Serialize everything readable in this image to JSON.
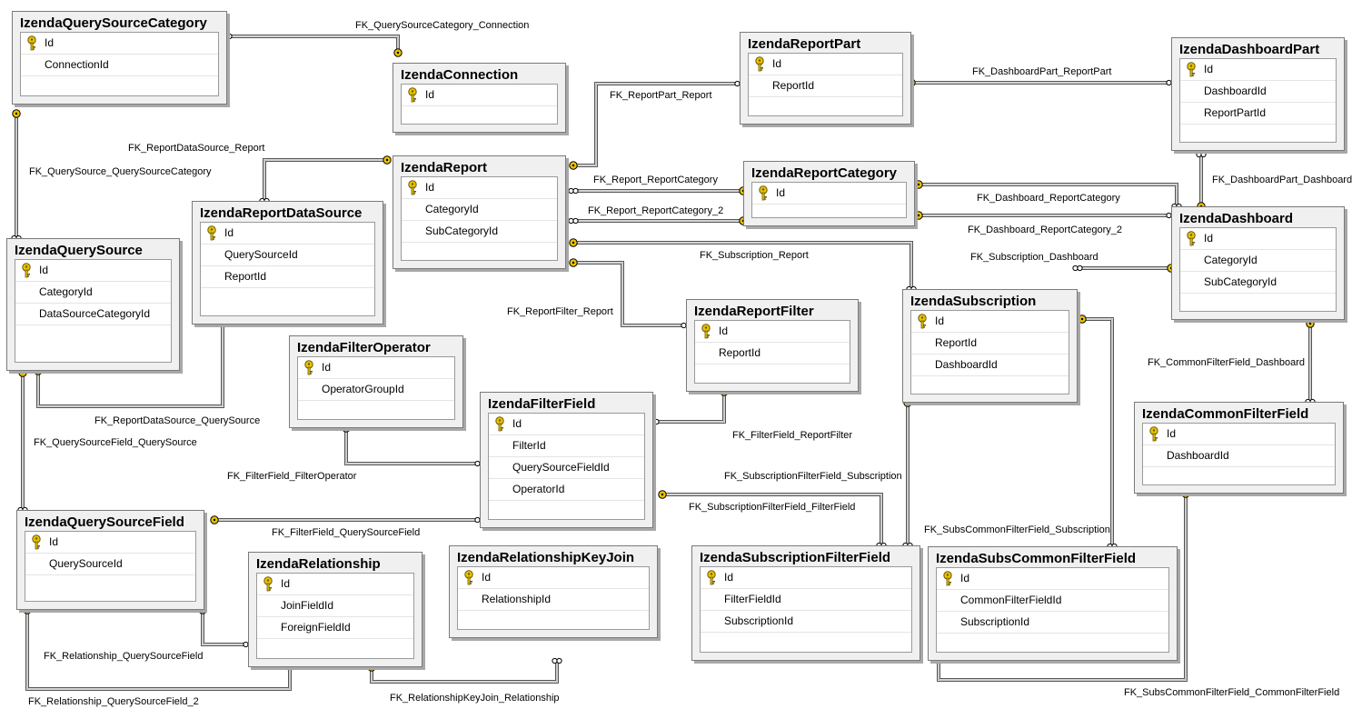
{
  "tables": [
    {
      "name": "IzendaQuerySourceCategory",
      "columns": [
        {
          "name": "Id",
          "pk": true
        },
        {
          "name": "ConnectionId",
          "pk": false
        }
      ]
    },
    {
      "name": "IzendaConnection",
      "columns": [
        {
          "name": "Id",
          "pk": true
        }
      ]
    },
    {
      "name": "IzendaReportPart",
      "columns": [
        {
          "name": "Id",
          "pk": true
        },
        {
          "name": "ReportId",
          "pk": false
        }
      ]
    },
    {
      "name": "IzendaDashboardPart",
      "columns": [
        {
          "name": "Id",
          "pk": true
        },
        {
          "name": "DashboardId",
          "pk": false
        },
        {
          "name": "ReportPartId",
          "pk": false
        }
      ]
    },
    {
      "name": "IzendaReport",
      "columns": [
        {
          "name": "Id",
          "pk": true
        },
        {
          "name": "CategoryId",
          "pk": false
        },
        {
          "name": "SubCategoryId",
          "pk": false
        }
      ]
    },
    {
      "name": "IzendaReportCategory",
      "columns": [
        {
          "name": "Id",
          "pk": true
        }
      ]
    },
    {
      "name": "IzendaDashboard",
      "columns": [
        {
          "name": "Id",
          "pk": true
        },
        {
          "name": "CategoryId",
          "pk": false
        },
        {
          "name": "SubCategoryId",
          "pk": false
        }
      ]
    },
    {
      "name": "IzendaReportDataSource",
      "columns": [
        {
          "name": "Id",
          "pk": true
        },
        {
          "name": "QuerySourceId",
          "pk": false
        },
        {
          "name": "ReportId",
          "pk": false
        }
      ]
    },
    {
      "name": "IzendaQuerySource",
      "columns": [
        {
          "name": "Id",
          "pk": true
        },
        {
          "name": "CategoryId",
          "pk": false
        },
        {
          "name": "DataSourceCategoryId",
          "pk": false
        }
      ]
    },
    {
      "name": "IzendaSubscription",
      "columns": [
        {
          "name": "Id",
          "pk": true
        },
        {
          "name": "ReportId",
          "pk": false
        },
        {
          "name": "DashboardId",
          "pk": false
        }
      ]
    },
    {
      "name": "IzendaReportFilter",
      "columns": [
        {
          "name": "Id",
          "pk": true
        },
        {
          "name": "ReportId",
          "pk": false
        }
      ]
    },
    {
      "name": "IzendaFilterOperator",
      "columns": [
        {
          "name": "Id",
          "pk": true
        },
        {
          "name": "OperatorGroupId",
          "pk": false
        }
      ]
    },
    {
      "name": "IzendaFilterField",
      "columns": [
        {
          "name": "Id",
          "pk": true
        },
        {
          "name": "FilterId",
          "pk": false
        },
        {
          "name": "QuerySourceFieldId",
          "pk": false
        },
        {
          "name": "OperatorId",
          "pk": false
        }
      ]
    },
    {
      "name": "IzendaCommonFilterField",
      "columns": [
        {
          "name": "Id",
          "pk": true
        },
        {
          "name": "DashboardId",
          "pk": false
        }
      ]
    },
    {
      "name": "IzendaQuerySourceField",
      "columns": [
        {
          "name": "Id",
          "pk": true
        },
        {
          "name": "QuerySourceId",
          "pk": false
        }
      ]
    },
    {
      "name": "IzendaRelationship",
      "columns": [
        {
          "name": "Id",
          "pk": true
        },
        {
          "name": "JoinFieldId",
          "pk": false
        },
        {
          "name": "ForeignFieldId",
          "pk": false
        }
      ]
    },
    {
      "name": "IzendaRelationshipKeyJoin",
      "columns": [
        {
          "name": "Id",
          "pk": true
        },
        {
          "name": "RelationshipId",
          "pk": false
        }
      ]
    },
    {
      "name": "IzendaSubscriptionFilterField",
      "columns": [
        {
          "name": "Id",
          "pk": true
        },
        {
          "name": "FilterFieldId",
          "pk": false
        },
        {
          "name": "SubscriptionId",
          "pk": false
        }
      ]
    },
    {
      "name": "IzendaSubsCommonFilterField",
      "columns": [
        {
          "name": "Id",
          "pk": true
        },
        {
          "name": "CommonFilterFieldId",
          "pk": false
        },
        {
          "name": "SubscriptionId",
          "pk": false
        }
      ]
    }
  ],
  "relationships": [
    "FK_QuerySourceCategory_Connection",
    "FK_ReportPart_Report",
    "FK_DashboardPart_ReportPart",
    "FK_ReportDataSource_Report",
    "FK_QuerySource_QuerySourceCategory",
    "FK_Report_ReportCategory",
    "FK_Report_ReportCategory_2",
    "FK_DashboardPart_Dashboard",
    "FK_Dashboard_ReportCategory",
    "FK_Dashboard_ReportCategory_2",
    "FK_Subscription_Report",
    "FK_Subscription_Dashboard",
    "FK_ReportFilter_Report",
    "FK_CommonFilterField_Dashboard",
    "FK_ReportDataSource_QuerySource",
    "FK_QuerySourceField_QuerySource",
    "FK_FilterField_ReportFilter",
    "FK_FilterField_FilterOperator",
    "FK_SubscriptionFilterField_Subscription",
    "FK_SubscriptionFilterField_FilterField",
    "FK_FilterField_QuerySourceField",
    "FK_SubsCommonFilterField_Subscription",
    "FK_Relationship_QuerySourceField",
    "FK_Relationship_QuerySourceField_2",
    "FK_RelationshipKeyJoin_Relationship",
    "FK_SubsCommonFilterField_CommonFilterField"
  ],
  "colors": {
    "key": "#e8c200",
    "line": "#555555",
    "table_bg": "#f0f0f0"
  }
}
